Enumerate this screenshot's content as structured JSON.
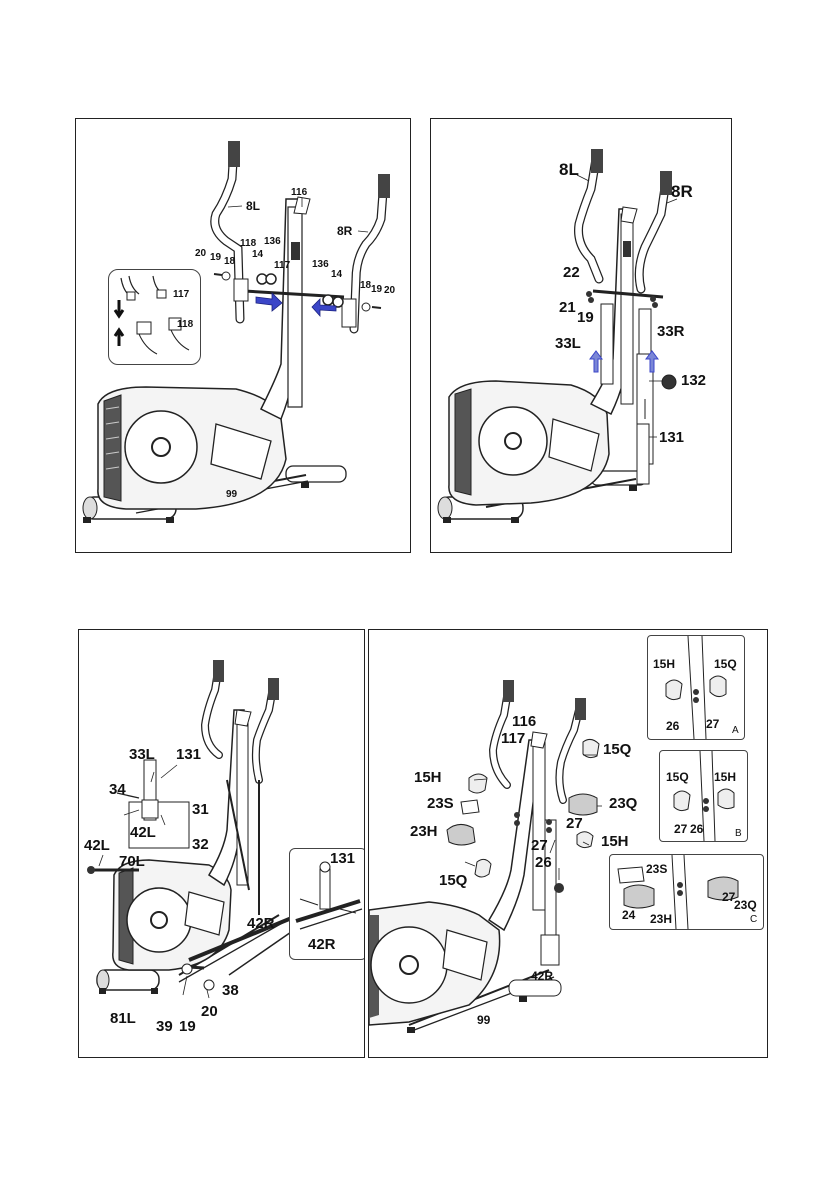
{
  "colors": {
    "line": "#222222",
    "arrow_blue": "#3b46c8",
    "arrow_light": "#7a86d6",
    "frame_fill": "#8a8a8a",
    "dark": "#2a2a2a"
  },
  "panel1": {
    "labels": {
      "p8L": "8L",
      "p116": "116",
      "p8R": "8R",
      "p20a": "20",
      "p19a": "19",
      "p18a": "18",
      "p118a": "118",
      "p14a": "14",
      "p136a": "136",
      "p117": "117",
      "p136b": "136",
      "p14b": "14",
      "p18b": "18",
      "p19b": "19",
      "p20b": "20",
      "p99": "99"
    },
    "inset": {
      "p117": "117",
      "p118": "118"
    }
  },
  "panel2": {
    "labels": {
      "p8L": "8L",
      "p8R": "8R",
      "p22": "22",
      "p21": "21",
      "p19": "19",
      "p33L": "33L",
      "p33R": "33R",
      "p132": "132",
      "p131": "131"
    }
  },
  "panel3": {
    "labels": {
      "p33L": "33L",
      "p131": "131",
      "p34": "34",
      "p31": "31",
      "p42Lin": "42L",
      "p32": "32",
      "p42L": "42L",
      "p70L": "70L",
      "p42R": "42R",
      "p38": "38",
      "p20": "20",
      "p19": "19",
      "p39": "39",
      "p81L": "81L"
    },
    "inset": {
      "p131": "131",
      "p42R": "42R"
    }
  },
  "panel4": {
    "labels": {
      "p116": "116",
      "p117": "117",
      "p15Q": "15Q",
      "p15H": "15H",
      "p23S": "23S",
      "p23Q": "23Q",
      "p23H": "23H",
      "p27a": "27",
      "p27b": "27",
      "p26": "26",
      "p15Hb": "15H",
      "p15Qb": "15Q",
      "p42R": "42R",
      "p99": "99"
    },
    "insetA": {
      "p15H": "15H",
      "p15Q": "15Q",
      "p26": "26",
      "p27": "27",
      "tag": "A"
    },
    "insetB": {
      "p15Q": "15Q",
      "p15H": "15H",
      "p27": "27",
      "p26": "26",
      "tag": "B"
    },
    "insetC": {
      "p23S": "23S",
      "p23Q": "23Q",
      "p27": "27",
      "p24": "24",
      "p23H": "23H",
      "tag": "C"
    }
  }
}
